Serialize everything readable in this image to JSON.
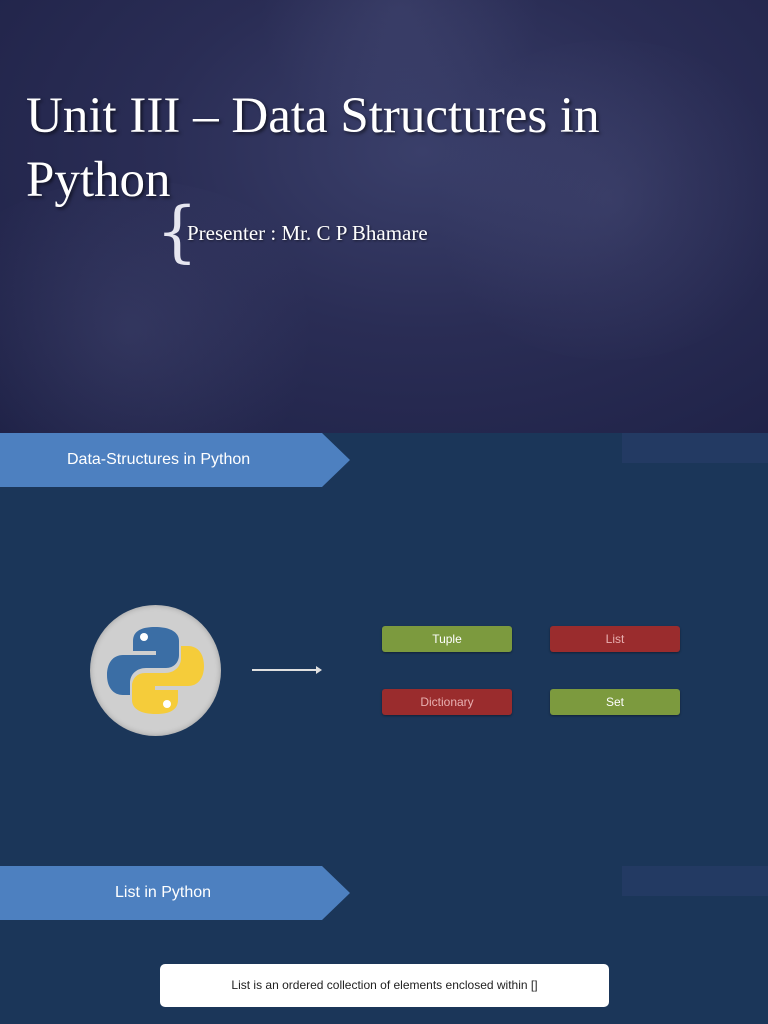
{
  "slide1": {
    "title": "Unit III – Data Structures in Python",
    "brace": "{",
    "presenter": "Presenter : Mr. C P Bhamare"
  },
  "slide2": {
    "banner": "Data-Structures in Python",
    "icon": "python-logo-icon",
    "buttons": [
      {
        "label": "Tuple",
        "color": "#7c9a3e"
      },
      {
        "label": "List",
        "color": "#9a2c2d"
      },
      {
        "label": "Dictionary",
        "color": "#9a2c2d"
      },
      {
        "label": "Set",
        "color": "#7c9a3e"
      }
    ]
  },
  "slide3": {
    "banner": "List in Python",
    "definition": "List is an ordered collection of elements enclosed within []"
  },
  "colors": {
    "banner": "#4d80c0",
    "background": "#1b3659",
    "python_blue": "#3b6ea5",
    "python_yellow": "#f5cc3a"
  }
}
